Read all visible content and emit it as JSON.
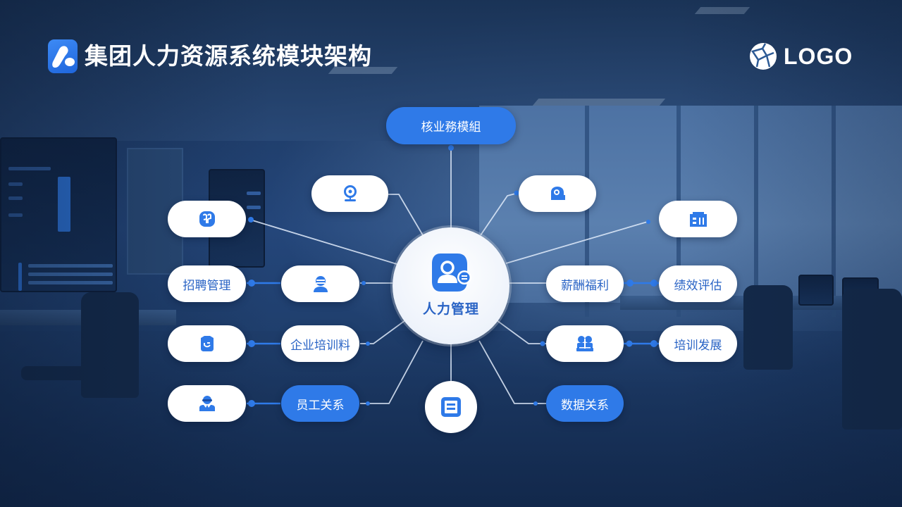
{
  "header": {
    "title": "集团人力资源系统模块架构",
    "title_prefix_glyph": "集",
    "logo_icon": "app-logo-icon",
    "brand_text": "LOGO",
    "brand_icon": "sphere-logo-icon"
  },
  "colors": {
    "accent_blue": "#2f7ae8",
    "node_text_blue": "#2a64c5",
    "node_white": "#ffffff",
    "background_navy": "#1d3c66"
  },
  "diagram": {
    "top_node": {
      "label": "核业務模組",
      "style": "blue"
    },
    "hub": {
      "label": "人力管理",
      "icon": "user-profile-icon"
    },
    "nodes": [
      {
        "id": "left-top-icon",
        "label": "",
        "icon": "brain-icon",
        "style": "white"
      },
      {
        "id": "upper-left-icon",
        "label": "",
        "icon": "webcam-icon",
        "style": "white"
      },
      {
        "id": "upper-right-icon",
        "label": "",
        "icon": "camera-icon",
        "style": "white"
      },
      {
        "id": "right-top-icon",
        "label": "",
        "icon": "building-icon",
        "style": "white"
      },
      {
        "id": "recruitment",
        "label": "招聘管理",
        "icon": "",
        "style": "white"
      },
      {
        "id": "support-agent",
        "label": "",
        "icon": "support-agent-icon",
        "style": "white"
      },
      {
        "id": "salary-benefits",
        "label": "薪酬福利",
        "icon": "",
        "style": "white"
      },
      {
        "id": "performance",
        "label": "绩效评估",
        "icon": "",
        "style": "white"
      },
      {
        "id": "badge",
        "label": "",
        "icon": "badge-icon",
        "style": "white"
      },
      {
        "id": "enterprise-training",
        "label": "企业培训料",
        "icon": "",
        "style": "white"
      },
      {
        "id": "team",
        "label": "",
        "icon": "team-icon",
        "style": "white"
      },
      {
        "id": "training-development",
        "label": "培训发展",
        "icon": "",
        "style": "white"
      },
      {
        "id": "security-user",
        "label": "",
        "icon": "security-user-icon",
        "style": "white"
      },
      {
        "id": "employee-relations",
        "label": "员工关系",
        "icon": "",
        "style": "blue"
      },
      {
        "id": "data-relations",
        "label": "数据关系",
        "icon": "",
        "style": "blue"
      }
    ],
    "bottom_circle": {
      "icon": "document-list-icon"
    }
  }
}
